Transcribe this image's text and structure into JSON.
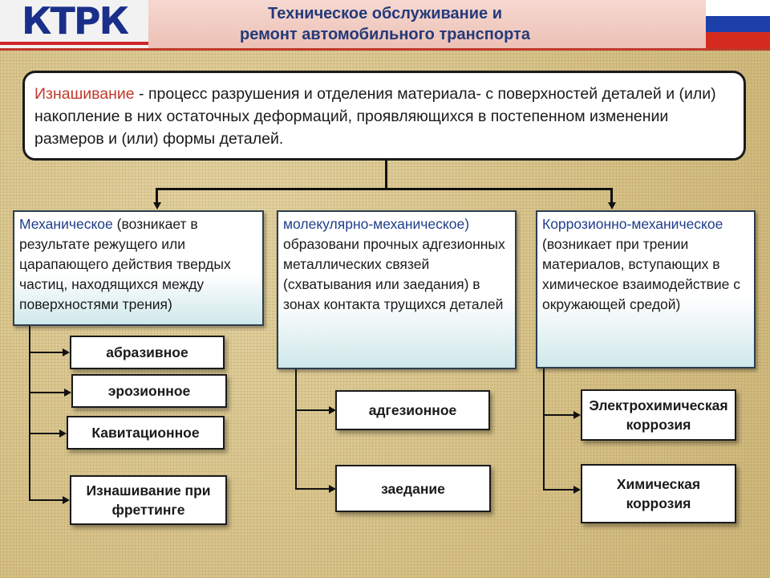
{
  "header": {
    "logo_text": "КТРК",
    "title_line1": "Техническое обслуживание и",
    "title_line2": "ремонт автомобильного транспорта",
    "flag_colors": [
      "#ffffff",
      "#1c3faa",
      "#d52b1e"
    ]
  },
  "definition": {
    "term": "Изнашивание",
    "text": " - процесс разрушения и отделения материала- с поверхностей деталей и (или) накопление в них остаточных деформаций, проявляющихся в постепенном изменении размеров и (или) формы деталей."
  },
  "categories": [
    {
      "term": "Механическое",
      "text": " (возникает в результате режущего или царапающего действия твердых частиц, находящихся между поверхностями трения)",
      "types": [
        "абразивное",
        "эрозионное",
        "Кавитационное",
        "Изнашивание при фреттинге"
      ]
    },
    {
      "term": "молекулярно-механическое)",
      "text": " образовани прочных адгезионных металлических связей (схватывания или заедания) в зонах контакта трущихся деталей",
      "types": [
        "адгезионное",
        "заедание"
      ]
    },
    {
      "term": "Коррозионно-механическое",
      "text": " (возникает при трении материалов, вступающих в химическое взаимодействие с окружающей средой)",
      "types": [
        "Электрохимическая коррозия",
        "Химическая коррозия"
      ]
    }
  ],
  "colors": {
    "accent_red": "#c0392b",
    "category_term_blue": "#1f3e8a",
    "header_title": "#243a7a"
  }
}
